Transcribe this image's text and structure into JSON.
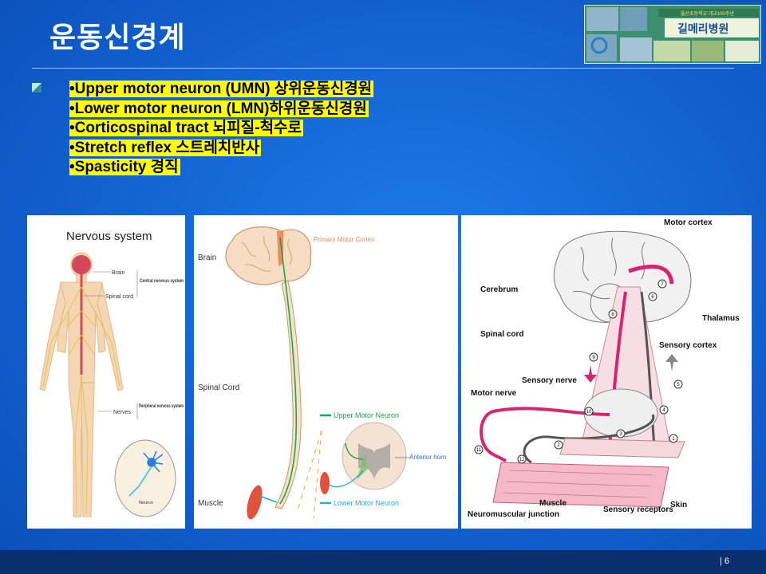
{
  "slide": {
    "title": "운동신경계",
    "page_number": "| 6"
  },
  "logo": {
    "school": "울산초등학교 개교100주년",
    "hospital": "길메리병원",
    "colors": {
      "bg": "#2d8a6a",
      "banner": "#eef3e0",
      "spiral": "#2a7fc0"
    }
  },
  "bullets": [
    {
      "prefix": "•",
      "text": "Upper motor neuron (UMN) 상위운동신경원"
    },
    {
      "prefix": "•",
      "text": "Lower motor neuron (LMN)하위운동신경원"
    },
    {
      "prefix": "•",
      "text": "Corticospinal tract 뇌피질-척수로"
    },
    {
      "prefix": "•",
      "text": "Stretch reflex 스트레치반사"
    },
    {
      "prefix": "•",
      "text": "Spasticity 경직"
    }
  ],
  "figure1": {
    "title": "Nervous system",
    "labels": {
      "brain": "Brain",
      "cns": "Central nervous system",
      "spinal_cord": "Spinal cord",
      "nerves": "Nerves",
      "pns": "Peripheral nervous system",
      "neuron": "Neuron"
    }
  },
  "figure2": {
    "labels": {
      "brain": "Brain",
      "primary_motor_cortex": "Primary Motor Cortex",
      "spinal_cord": "Spinal Cord",
      "muscle": "Muscle",
      "umn": "Upper Motor Neuron",
      "lmn": "Lower Motor Neuron",
      "anterior_horn": "Anterior horn"
    },
    "colors": {
      "umn": "#1aa84b",
      "lmn": "#25a9e0",
      "cortex": "#f28a5a"
    }
  },
  "figure3": {
    "labels": {
      "motor_cortex": "Motor cortex",
      "cerebrum": "Cerebrum",
      "thalamus": "Thalamus",
      "spinal_cord": "Spinal cord",
      "sensory_cortex": "Sensory cortex",
      "sensory_nerve": "Sensory nerve",
      "motor_nerve": "Motor nerve",
      "muscle": "Muscle",
      "sensory_receptors": "Sensory receptors",
      "skin": "Skin",
      "nmj": "Neuromuscular junction"
    },
    "steps": [
      "1",
      "2",
      "3",
      "4",
      "5",
      "6",
      "7",
      "8",
      "9",
      "10",
      "11",
      "12"
    ],
    "colors": {
      "motor_path": "#d6246e",
      "sensory_path": "#555555"
    }
  }
}
